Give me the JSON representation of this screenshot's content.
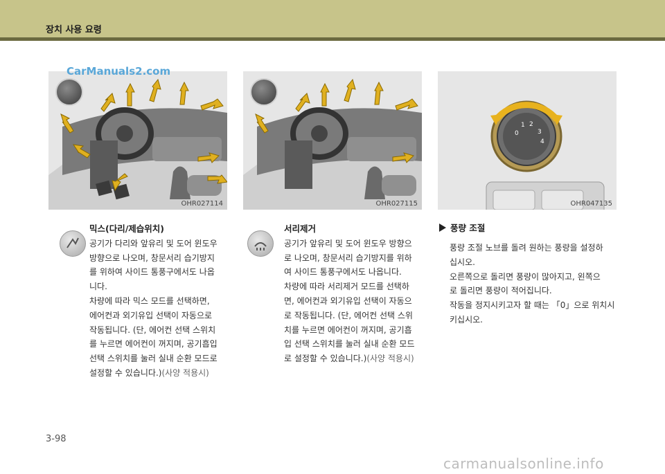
{
  "header": {
    "title": "장치 사용 요령"
  },
  "watermark": "CarManuals2.com",
  "figures": [
    {
      "code": "OHR027114"
    },
    {
      "code": "OHR027115"
    },
    {
      "code": "OHR047135"
    }
  ],
  "knob": {
    "labels": [
      "0",
      "1",
      "2",
      "3",
      "4"
    ]
  },
  "mix": {
    "title": "믹스(다리/제습위치)",
    "lines": [
      "공기가 다리와 앞유리 및 도어 윈도우",
      "방향으로 나오며, 창문서리 습기방지",
      "를 위하여 사이드 통풍구에서도 나옵",
      "니다.",
      "차량에 따라 믹스 모드를 선택하면,",
      "에어컨과 외기유입 선택이 자동으로",
      "작동됩니다. (단, 에어컨 선택 스위치",
      "를 누르면 에어컨이 꺼지며, 공기흡입",
      "선택 스위치를 눌러 실내 순환 모드로"
    ],
    "last_line": "설정할 수 있습니다.)",
    "note": "(사양 적용시)"
  },
  "defrost": {
    "title": "서리제거",
    "lines": [
      "공기가 앞유리 및 도어 윈도우 방향으",
      "로 나오며, 창문서리 습기방지를 위하",
      "여 사이드 통풍구에서도 나옵니다.",
      "차량에 따라 서리제거 모드를 선택하",
      "면, 에어컨과 외기유입 선택이 자동으",
      "로 작동됩니다. (단, 에어컨 선택 스위",
      "치를 누르면 에어컨이 꺼지며, 공기흡",
      "입 선택 스위치를 눌러 실내 순환 모드"
    ],
    "last_line": "로 설정할 수 있습니다.)",
    "note": "(사양 적용시)"
  },
  "fan": {
    "title": "풍량 조절",
    "lines": [
      "풍량 조절 노브를 돌려 원하는 풍량을 설정하",
      "십시오.",
      "오른쪽으로 돌리면 풍량이 많아지고, 왼쪽으",
      "로 돌리면 풍량이 적어집니다.",
      "작동을 정지시키고자 할 때는 「0」으로 위치시",
      "키십시오."
    ]
  },
  "page_number": "3-98",
  "footer_watermark": "carmanualsonline.info",
  "colors": {
    "header": "#c7c48a",
    "header_bar": "#6b6a40",
    "arrow": "#e0b020"
  }
}
